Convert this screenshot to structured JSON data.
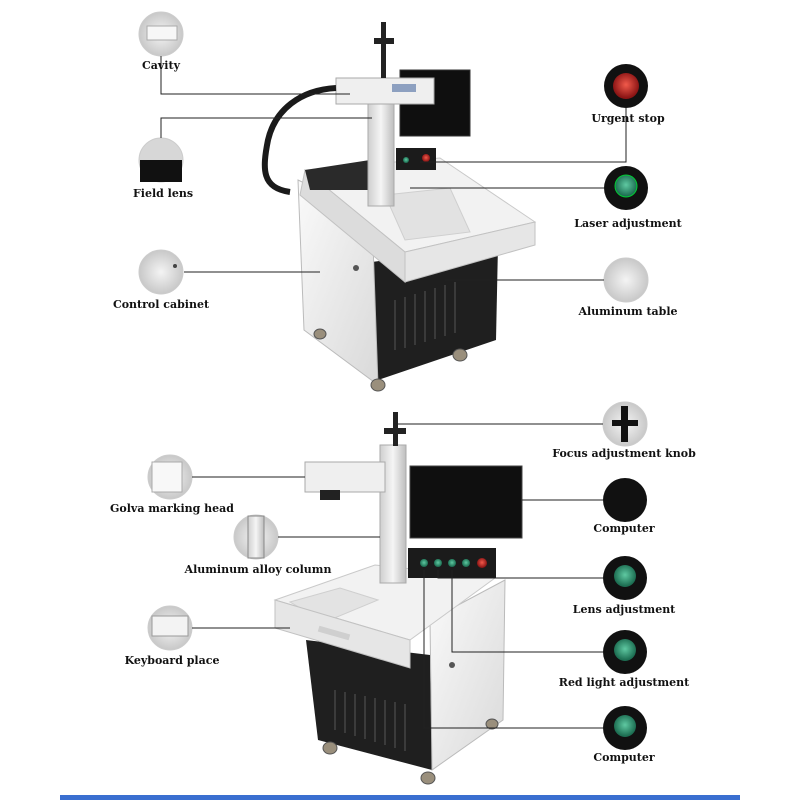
{
  "colors": {
    "callout_line": "#222222",
    "cabinet_white": "#efefef",
    "cabinet_dark": "#1c1c1c",
    "button_green": "#2f8f6e",
    "button_red": "#c6282b",
    "bottom_bar": "#3a6fd0"
  },
  "top_machine": {
    "labels": {
      "cavity": "Cavity",
      "field_lens": "Field lens",
      "control_cabinet": "Control cabinet",
      "urgent_stop": "Urgent stop",
      "laser_adjustment": "Laser adjustment",
      "aluminum_table": "Aluminum table"
    }
  },
  "bottom_machine": {
    "labels": {
      "golva_marking_head": "Golva marking head",
      "aluminum_alloy_column": "Aluminum alloy column",
      "keyboard_place": "Keyboard place",
      "focus_adjustment_knob": "Focus adjustment knob",
      "computer_1": "Computer",
      "lens_adjustment": "Lens adjustment",
      "red_light_adjustment": "Red light adjustment",
      "computer_2": "Computer"
    }
  }
}
